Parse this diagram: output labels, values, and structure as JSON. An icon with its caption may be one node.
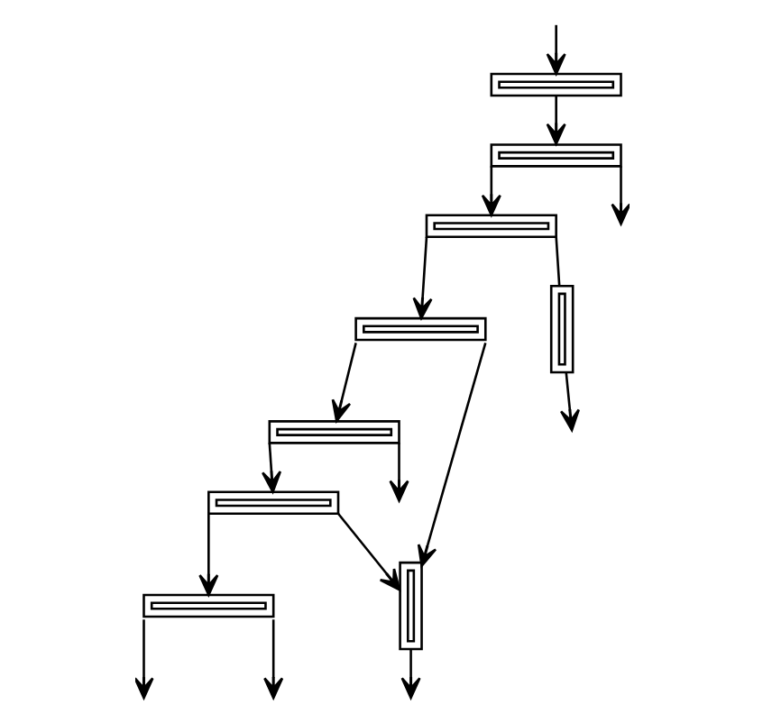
{
  "diagram": {
    "nodes": [
      {
        "text": [],
        "shape": "bar"
      },
      {
        "text": [],
        "shape": "bar"
      },
      {
        "text": [],
        "shape": "bar"
      },
      {
        "text": [],
        "shape": "bar"
      },
      {
        "text": [],
        "shape": "bar"
      },
      {
        "text": [],
        "shape": "bar"
      },
      {
        "text": [],
        "shape": "bar"
      },
      {
        "text": [],
        "shape": "bar"
      },
      {
        "text": [],
        "shape": "bar"
      }
    ],
    "edges": [
      {
        "from": null,
        "to": 0,
        "arrow": "to"
      },
      {
        "from": 0,
        "to": 1,
        "arrow": "to"
      },
      {
        "from": 1,
        "to": 2,
        "arrow": "to"
      },
      {
        "from": 1,
        "to": null,
        "arrow": "to"
      },
      {
        "from": 2,
        "to": 3,
        "arrow": "to"
      },
      {
        "from": 2,
        "to": 7,
        "arrow": "none"
      },
      {
        "from": 7,
        "to": null,
        "arrow": "to"
      },
      {
        "from": 3,
        "to": 4,
        "arrow": "to"
      },
      {
        "from": 3,
        "to": 8,
        "arrow": "to"
      },
      {
        "from": 4,
        "to": 5,
        "arrow": "to"
      },
      {
        "from": 4,
        "to": null,
        "arrow": "to"
      },
      {
        "from": 5,
        "to": 6,
        "arrow": "to"
      },
      {
        "from": 5,
        "to": 8,
        "arrow": "to"
      },
      {
        "from": 6,
        "to": null,
        "arrow": "to"
      },
      {
        "from": 6,
        "to": null,
        "arrow": "to"
      },
      {
        "from": 8,
        "to": null,
        "arrow": "to"
      }
    ]
  }
}
